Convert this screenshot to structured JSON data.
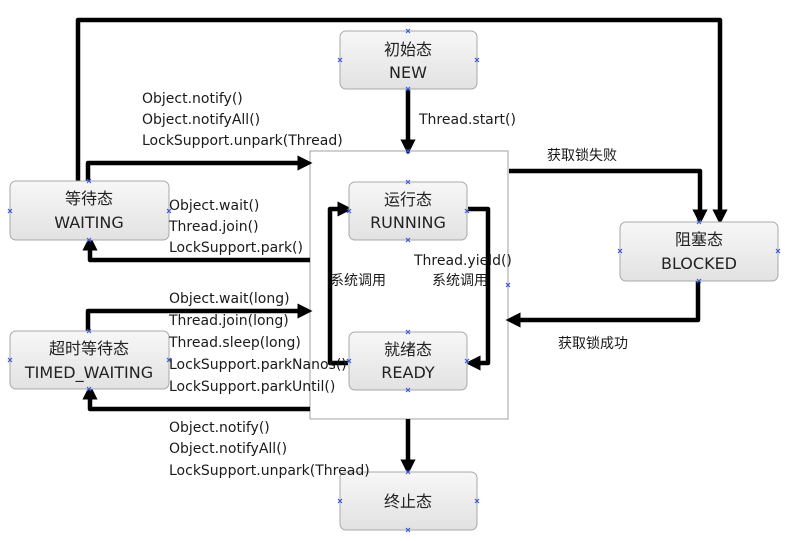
{
  "states": {
    "new": {
      "cn": "初始态",
      "en": "NEW"
    },
    "running": {
      "cn": "运行态",
      "en": "RUNNING"
    },
    "ready": {
      "cn": "就绪态",
      "en": "READY"
    },
    "waiting": {
      "cn": "等待态",
      "en": "WAITING"
    },
    "timed_waiting": {
      "cn": "超时等待态",
      "en": "TIMED_WAITING"
    },
    "blocked": {
      "cn": "阻塞态",
      "en": "BLOCKED"
    },
    "terminated": {
      "cn": "终止态"
    }
  },
  "labels": {
    "thread_start": "Thread.start()",
    "to_waiting": [
      "Object.notify()",
      "Object.notifyAll()",
      "LockSupport.unpark(Thread)"
    ],
    "waiting_enter": [
      "Object.wait()",
      "Thread.join()",
      "LockSupport.park()"
    ],
    "timed_enter": [
      "Object.wait(long)",
      "Thread.join(long)",
      "Thread.sleep(long)",
      "LockSupport.parkNanos()",
      "LockSupport.parkUntil()"
    ],
    "timed_exit": [
      "Object.notify()",
      "Object.notifyAll()",
      "LockSupport.unpark(Thread)"
    ],
    "lock_fail": "获取锁失败",
    "lock_success": "获取锁成功",
    "sys_call_left": "系统调用",
    "yield_call": "Thread.yield()",
    "sys_call_right": "系统调用"
  }
}
